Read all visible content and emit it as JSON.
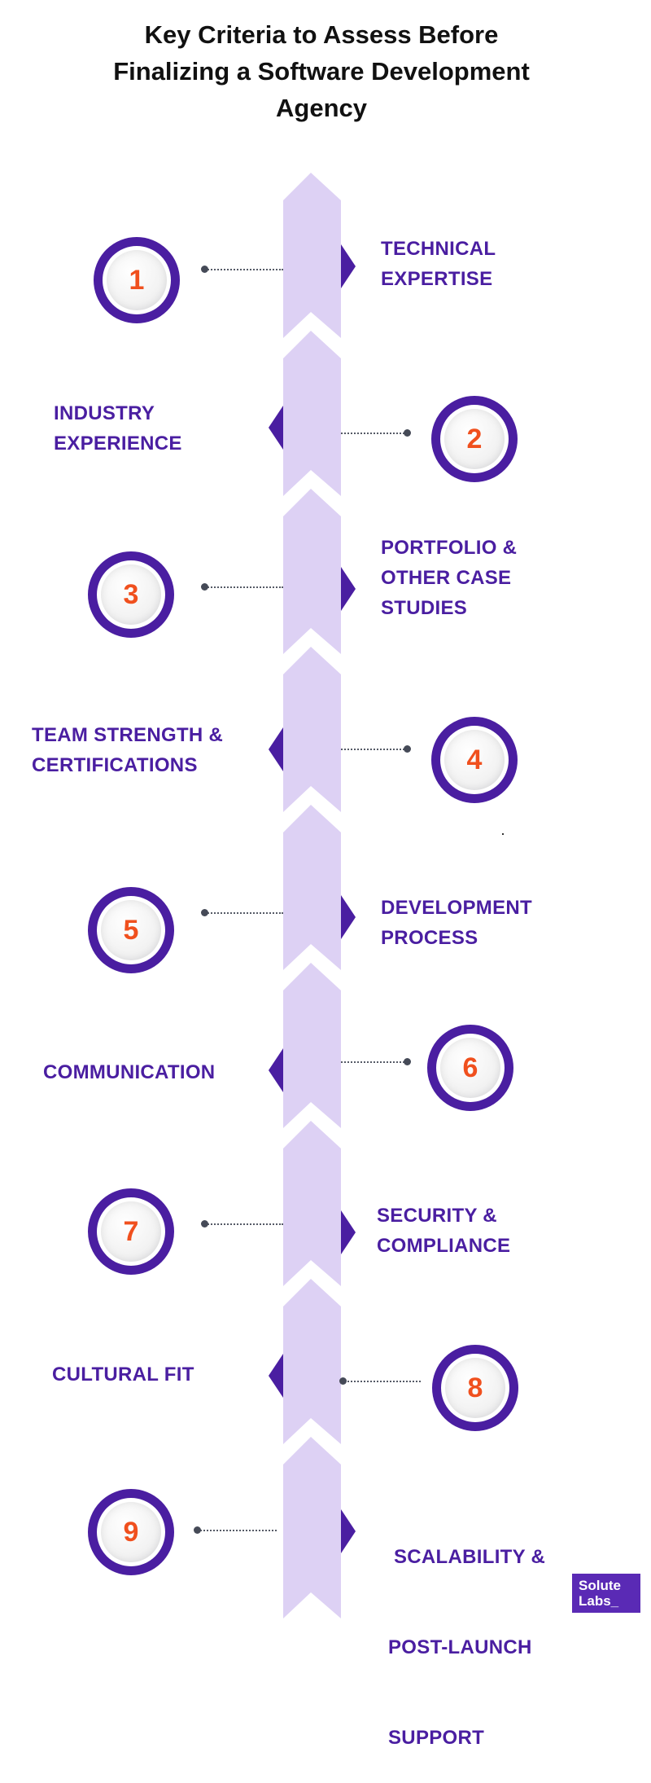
{
  "title": {
    "lines": [
      "Key Criteria to Assess Before",
      "Finalizing a Software Development",
      "Agency"
    ]
  },
  "criteria": [
    {
      "number": "1",
      "lines": [
        "TECHNICAL",
        "EXPERTISE"
      ]
    },
    {
      "number": "2",
      "lines": [
        "INDUSTRY",
        "EXPERIENCE"
      ]
    },
    {
      "number": "3",
      "lines": [
        "PORTFOLIO &",
        "OTHER CASE",
        "STUDIES"
      ]
    },
    {
      "number": "4",
      "lines": [
        "TEAM STRENGTH &",
        "CERTIFICATIONS"
      ]
    },
    {
      "number": "5",
      "lines": [
        "DEVELOPMENT",
        "PROCESS"
      ]
    },
    {
      "number": "6",
      "lines": [
        "COMMUNICATION"
      ]
    },
    {
      "number": "7",
      "lines": [
        "SECURITY &",
        "COMPLIANCE"
      ]
    },
    {
      "number": "8",
      "lines": [
        "CULTURAL FIT"
      ]
    },
    {
      "number": "9",
      "lines": [
        " SCALABILITY &",
        "POST-LAUNCH",
        "SUPPORT"
      ]
    }
  ],
  "brand": {
    "lines": [
      "Solute",
      "Labs_"
    ]
  },
  "colors": {
    "accent": "#4a1ea1",
    "number": "#f0501e",
    "spine": "#ddd1f4",
    "brand": "#5a2ab5"
  }
}
